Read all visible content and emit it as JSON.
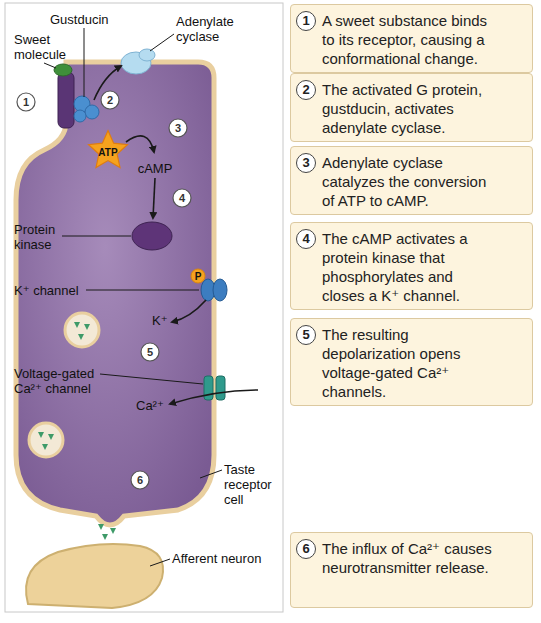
{
  "diagram": {
    "nodes": [
      {
        "text": [
          "1",
          "A sweet substance binds to its receptor, causing a conformational change."
        ]
      },
      {
        "text": [
          "2",
          "The activated G protein, gustducin, activates adenylate cyclase."
        ]
      },
      {
        "text": [
          "3",
          "Adenylate cyclase catalyzes the conversion of ATP to cAMP."
        ]
      },
      {
        "text": [
          "4",
          "The cAMP activates a protein kinase that phosphorylates and closes a K⁺ channel."
        ]
      },
      {
        "text": [
          "5",
          "The resulting depolarization opens voltage-gated Ca²⁺ channels."
        ]
      },
      {
        "text": [
          "6",
          "The influx of Ca²⁺ causes neurotransmitter release."
        ]
      }
    ],
    "labels": [
      "Gustducin",
      "Sweet molecule",
      "Adenylate cyclase",
      "1",
      "2",
      "3",
      "ATP",
      "cAMP",
      "4",
      "Protein kinase",
      "P",
      "K⁺ channel",
      "K⁺",
      "Voltage-gated Ca²⁺ channel",
      "5",
      "Ca²⁺",
      "6",
      "Taste receptor cell",
      "Afferent neuron"
    ]
  }
}
